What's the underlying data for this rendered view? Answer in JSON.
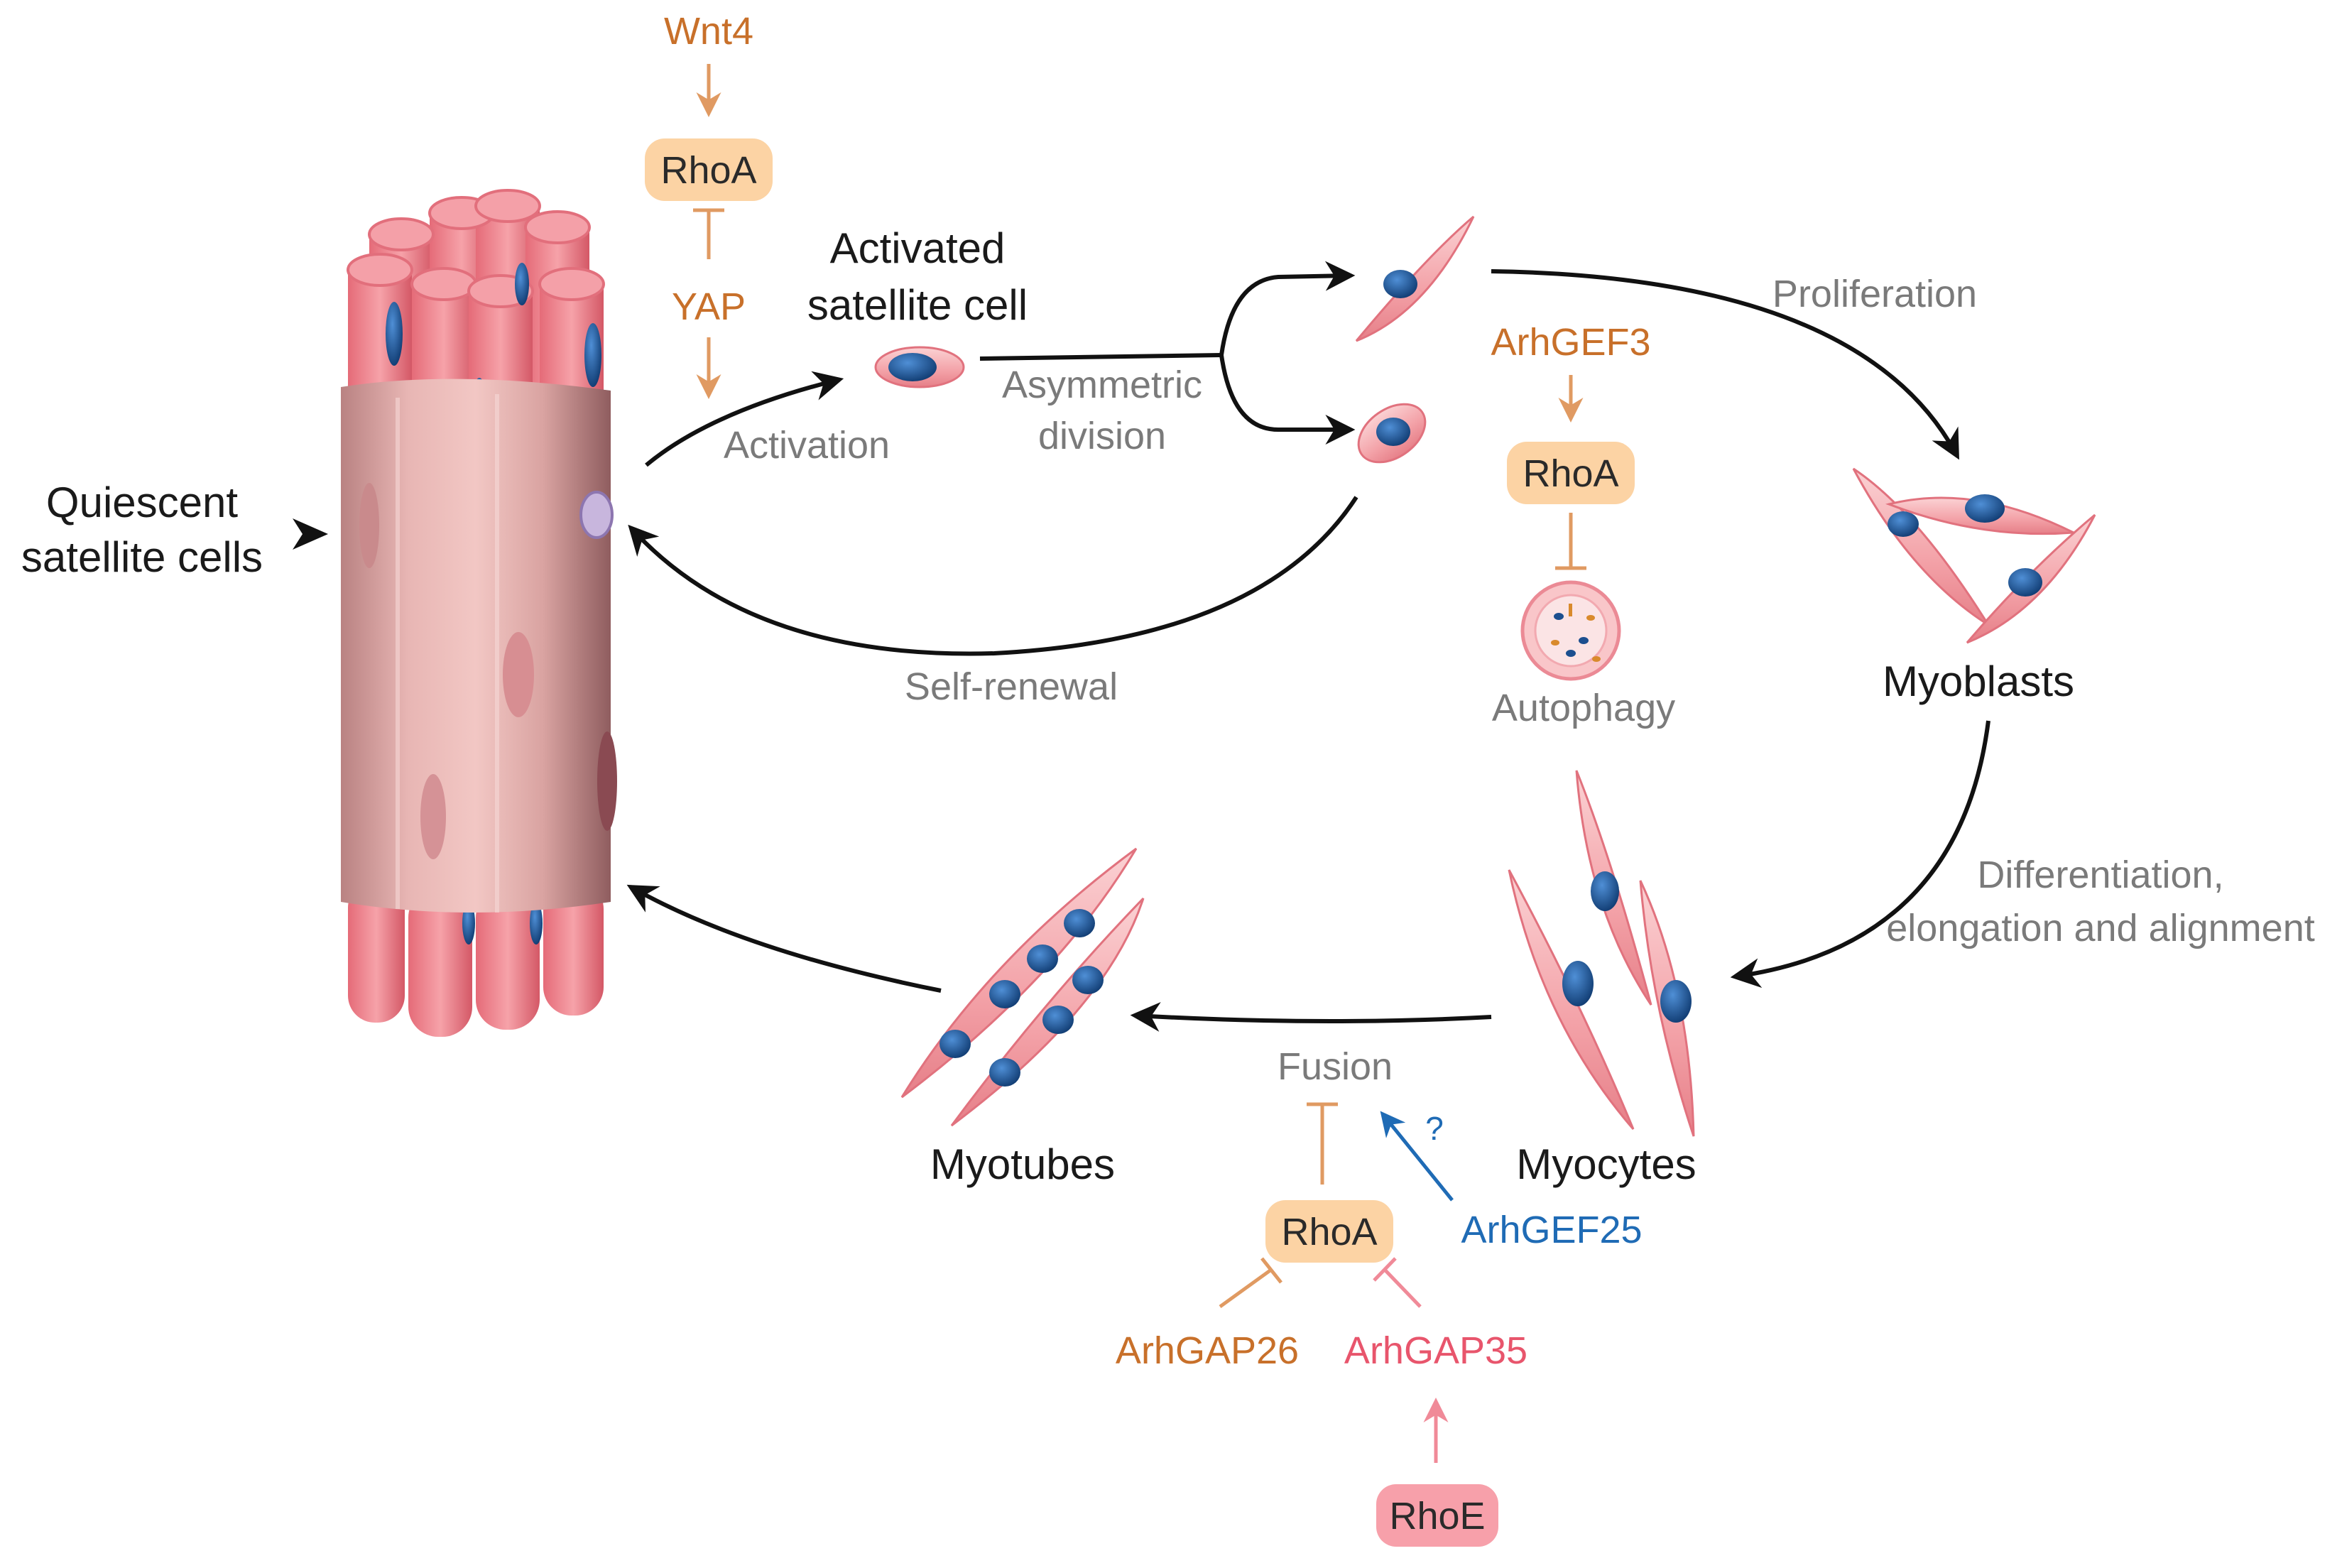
{
  "labels": {
    "quiescent_line1": "Quiescent",
    "quiescent_line2": "satellite cells",
    "activated_line1": "Activated",
    "activated_line2": "satellite cell",
    "activation": "Activation",
    "asymmetric_line1": "Asymmetric",
    "asymmetric_line2": "division",
    "self_renewal": "Self-renewal",
    "proliferation": "Proliferation",
    "myoblasts": "Myoblasts",
    "differentiation_line1": "Differentiation,",
    "differentiation_line2": "elongation and alignment",
    "myocytes": "Myocytes",
    "fusion": "Fusion",
    "myotubes": "Myotubes",
    "autophagy": "Autophagy",
    "question": "?"
  },
  "molecules": {
    "wnt4": "Wnt4",
    "rhoa_top": "RhoA",
    "yap": "YAP",
    "arhgef3": "ArhGEF3",
    "rhoa_mid": "RhoA",
    "rhoa_bottom": "RhoA",
    "arhgef25": "ArhGEF25",
    "arhgap26": "ArhGAP26",
    "arhgap35": "ArhGAP35",
    "rhoe": "RhoE"
  },
  "colors": {
    "orange": "#c8702a",
    "orange_arrow": "#e09a62",
    "pink": "#e8556c",
    "pink_arrow": "#f08a98",
    "blue": "#1f6bb5",
    "box_orange": "#fcd3a4",
    "box_pink": "#f7a0aa",
    "cell_pink": "#f6a3a8",
    "nucleus": "#1c4f8f"
  }
}
